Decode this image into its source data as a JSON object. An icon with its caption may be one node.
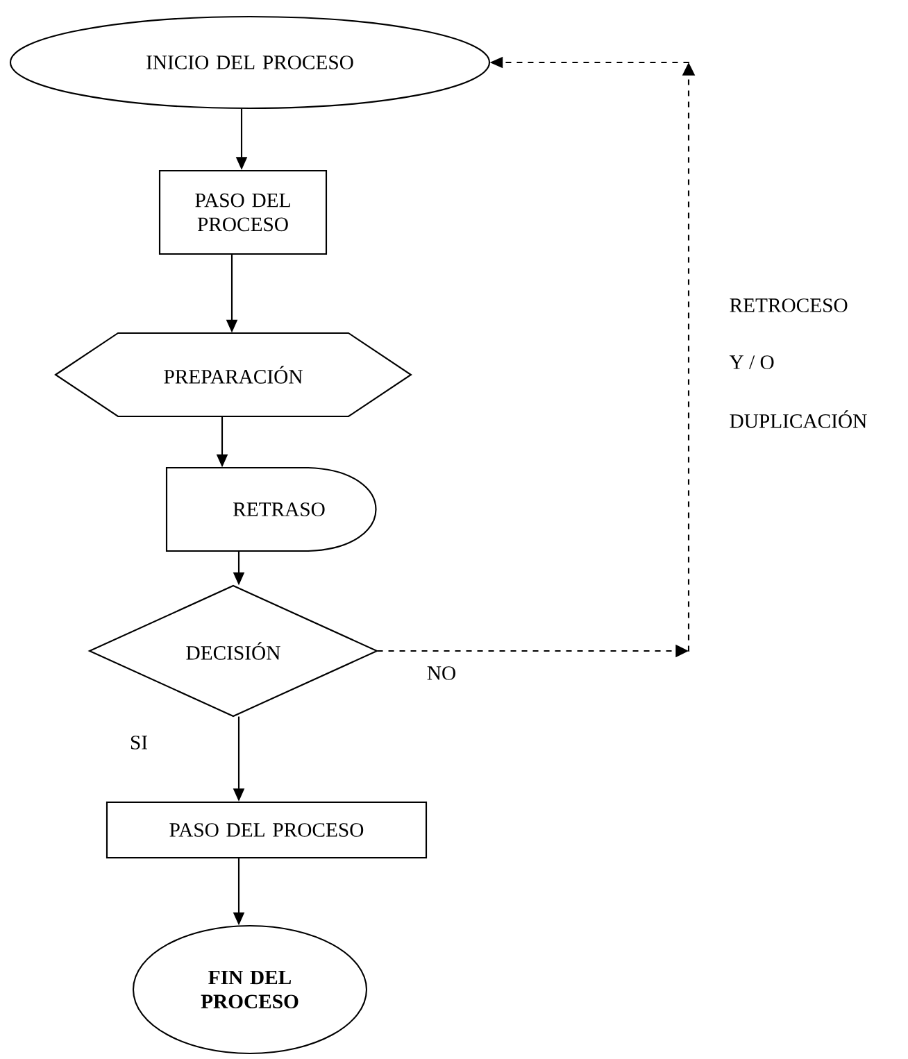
{
  "diagram": {
    "nodes": [
      {
        "text": [
          "INICIO DEL PROCESO"
        ]
      },
      {
        "text": [
          "PASO DEL PROCESO"
        ]
      },
      {
        "text": [
          "PREPARACIÓN"
        ]
      },
      {
        "text": [
          "RETRASO"
        ]
      },
      {
        "text": [
          "DECISIÓN"
        ]
      },
      {
        "text": [
          "PASO DEL PROCESO"
        ]
      },
      {
        "text": [
          "**FIN DEL PROCESO**"
        ]
      }
    ],
    "edges": [
      {
        "from": 0,
        "to": 1,
        "arrow": "to"
      },
      {
        "from": 1,
        "to": 2,
        "arrow": "to"
      },
      {
        "from": 2,
        "to": 3,
        "arrow": "to"
      },
      {
        "from": 3,
        "to": 4,
        "arrow": "to"
      },
      {
        "from": 4,
        "to": 5,
        "arrow": "to",
        "label": "SI"
      },
      {
        "from": 5,
        "to": 6,
        "arrow": "to"
      },
      {
        "from": 4,
        "to": 0,
        "arrow": "to",
        "label": "NO",
        "style": "dashed"
      }
    ],
    "labels": [
      "RETROCESO",
      "Y / O",
      "DUPLICACIÓN"
    ]
  }
}
